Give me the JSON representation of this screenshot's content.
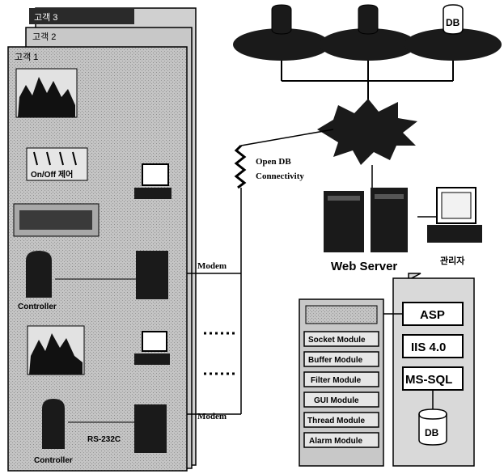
{
  "site_panels": {
    "tab_labels": [
      "고객 1",
      "고객 2",
      "고객 3"
    ],
    "module_labels": {
      "onoff": "On/Off 제어",
      "controller_top": "Controller",
      "controller_bottom": "Controller",
      "rs232": "RS-232C"
    }
  },
  "connections": {
    "modem_top": "Modem",
    "modem_bottom": "Modem",
    "odbc_line1": "Open DB",
    "odbc_line2": "Connectivity"
  },
  "databases": {
    "db_right": "DB",
    "db_server": "DB"
  },
  "server": {
    "web_server": "Web Server",
    "admin": "관리자",
    "stack": [
      "ASP",
      "IIS 4.0",
      "MS-SQL"
    ]
  },
  "modules": {
    "items": [
      "Socket Module",
      "Buffer Module",
      "Filter Module",
      "GUI Module",
      "Thread Module",
      "Alarm Module"
    ]
  },
  "colors": {
    "panel_gray": "#b8b8b8",
    "dark": "#1a1a1a",
    "box_light": "#d9d9d9"
  }
}
